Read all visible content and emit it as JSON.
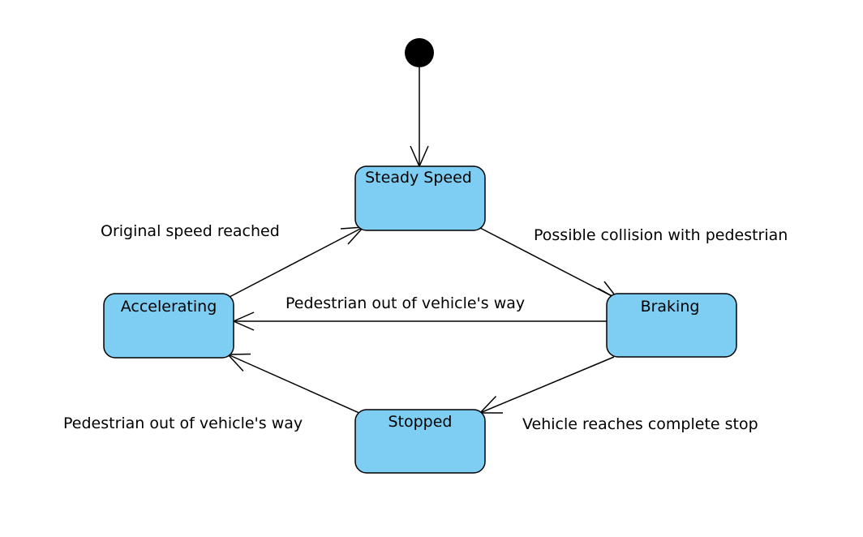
{
  "states": {
    "steady_speed": "Steady Speed",
    "braking": "Braking",
    "accelerating": "Accelerating",
    "stopped": "Stopped"
  },
  "transitions": {
    "steady_to_braking": "Possible collision with pedestrian",
    "braking_to_accelerating": "Pedestrian out of vehicle's way",
    "accelerating_to_steady": "Original speed reached",
    "braking_to_stopped": "Vehicle reaches complete stop",
    "stopped_to_accelerating": "Pedestrian out of vehicle's way"
  },
  "colors": {
    "state_fill": "#7ecef4",
    "stroke": "#000000",
    "initial_node": "#000000"
  }
}
